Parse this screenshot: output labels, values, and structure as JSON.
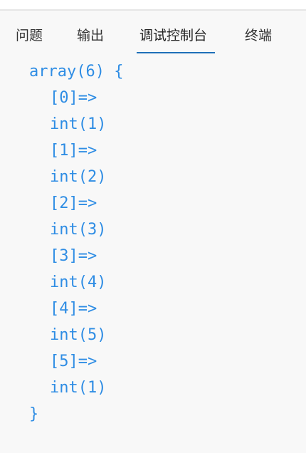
{
  "tabs": [
    {
      "label": "问题"
    },
    {
      "label": "输出"
    },
    {
      "label": "调试控制台"
    },
    {
      "label": "终端"
    }
  ],
  "active_tab": "调试控制台",
  "console": {
    "lines": [
      "array(6) {",
      "[0]=>",
      "int(1)",
      "[1]=>",
      "int(2)",
      "[2]=>",
      "int(3)",
      "[3]=>",
      "int(4)",
      "[4]=>",
      "int(5)",
      "[5]=>",
      "int(1)",
      "}"
    ]
  },
  "colors": {
    "text": "#2f8de4",
    "tab_underline": "#1f6fb8",
    "background": "#f8f8f8"
  }
}
